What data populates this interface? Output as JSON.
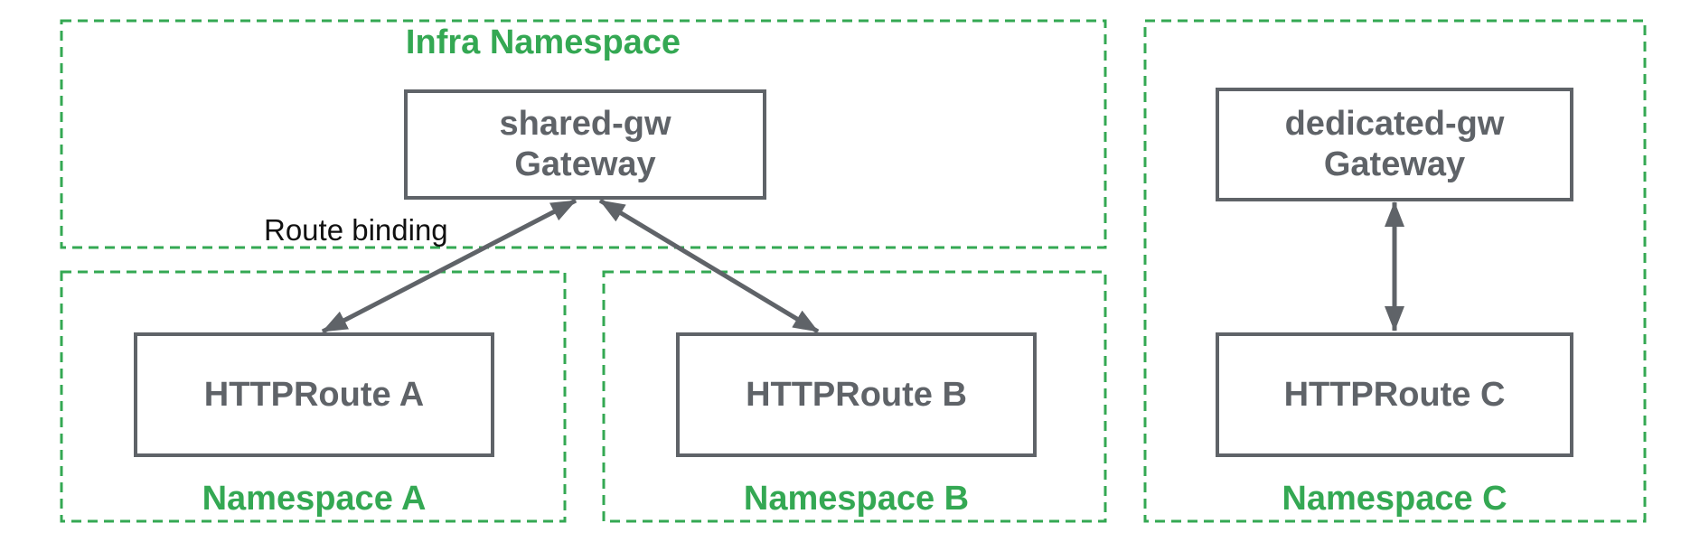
{
  "diagram": {
    "colors": {
      "namespace_green": "#34A853",
      "node_gray": "#5F6368",
      "annotation_black": "#111111",
      "background": "#ffffff"
    },
    "namespaces": {
      "infra": {
        "label": "Infra Namespace"
      },
      "a": {
        "label": "Namespace A"
      },
      "b": {
        "label": "Namespace B"
      },
      "c": {
        "label": "Namespace C"
      }
    },
    "nodes": {
      "shared_gw": {
        "line1": "shared-gw",
        "line2": "Gateway"
      },
      "httproute_a": {
        "label": "HTTPRoute A"
      },
      "httproute_b": {
        "label": "HTTPRoute B"
      },
      "dedicated_gw": {
        "line1": "dedicated-gw",
        "line2": "Gateway"
      },
      "httproute_c": {
        "label": "HTTPRoute C"
      }
    },
    "annotations": {
      "route_binding": "Route binding"
    },
    "edges": [
      {
        "from": "HTTPRoute A",
        "to": "shared-gw Gateway",
        "type": "bidirectional-arrow"
      },
      {
        "from": "HTTPRoute B",
        "to": "shared-gw Gateway",
        "type": "bidirectional-arrow"
      },
      {
        "from": "HTTPRoute C",
        "to": "dedicated-gw Gateway",
        "type": "bidirectional-arrow"
      }
    ]
  }
}
